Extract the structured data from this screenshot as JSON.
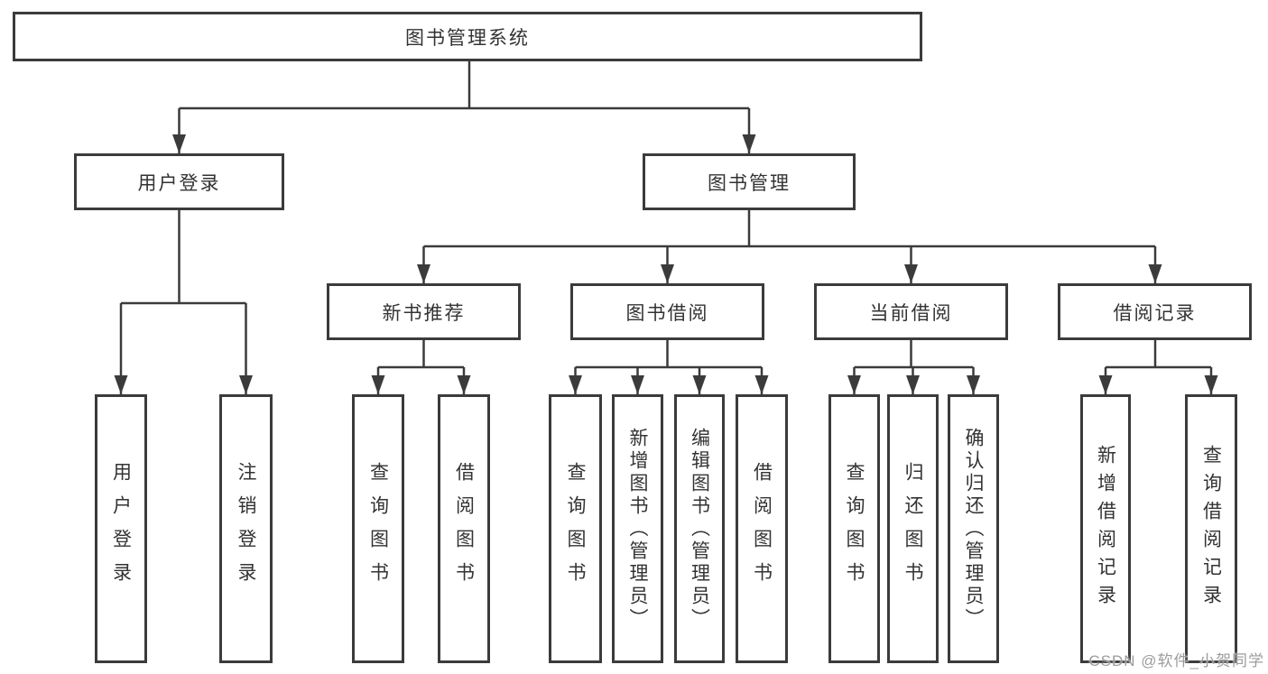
{
  "diagram": {
    "root": {
      "label": "图书管理系统"
    },
    "level1": {
      "user_login": {
        "label": "用户登录",
        "children": {
          "login": {
            "label": "用户登录"
          },
          "logout": {
            "label": "注销登录"
          }
        }
      },
      "book_mgmt": {
        "label": "图书管理",
        "children": {
          "new_book_rec": {
            "label": "新书推荐",
            "children": {
              "query_books": {
                "label": "查询图书"
              },
              "borrow_books": {
                "label": "借阅图书"
              }
            }
          },
          "book_borrow": {
            "label": "图书借阅",
            "children": {
              "query_books": {
                "label": "查询图书"
              },
              "add_books": {
                "label": "新增图书（管理员）"
              },
              "edit_books": {
                "label": "编辑图书（管理员）"
              },
              "borrow_books": {
                "label": "借阅图书"
              }
            }
          },
          "current_borrow": {
            "label": "当前借阅",
            "children": {
              "query_books": {
                "label": "查询图书"
              },
              "return_books": {
                "label": "归还图书"
              },
              "confirm_return": {
                "label": "确认归还（管理员）"
              }
            }
          },
          "borrow_records": {
            "label": "借阅记录",
            "children": {
              "add_record": {
                "label": "新增借阅记录"
              },
              "query_record": {
                "label": "查询借阅记录"
              }
            }
          }
        }
      }
    },
    "watermark": "CSDN @软件_小贺同学",
    "colors": {
      "line": "#3b3b3b",
      "text": "#333333",
      "watermark": "#9c9c9c",
      "background": "#ffffff"
    }
  }
}
